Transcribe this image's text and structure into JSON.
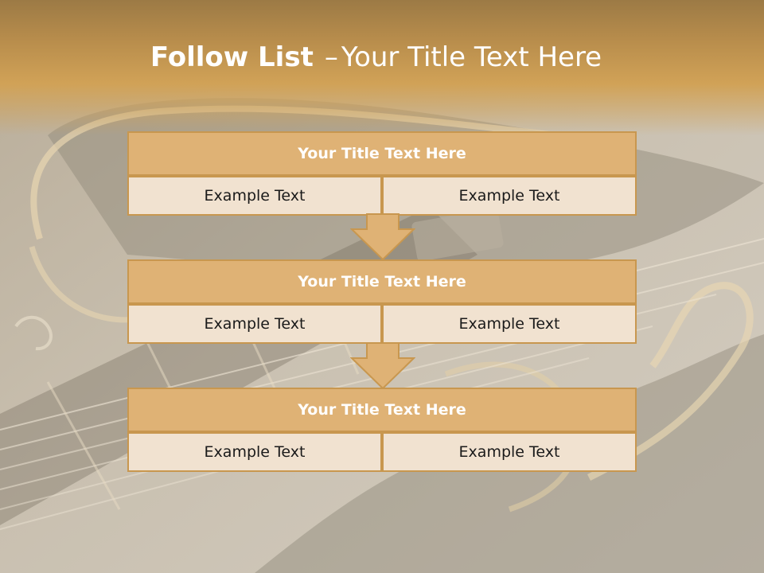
{
  "title": {
    "bold": "Follow List",
    "separator": "–",
    "rest": "Your Title Text Here"
  },
  "blocks": [
    {
      "title": "Your Title Text Here",
      "left": "Example Text",
      "right": "Example Text"
    },
    {
      "title": "Your Title Text Here",
      "left": "Example Text",
      "right": "Example Text"
    },
    {
      "title": "Your Title Text Here",
      "left": "Example Text",
      "right": "Example Text"
    }
  ],
  "colors": {
    "header_band": "#d1a257",
    "block_title_fill": "#dfb275",
    "block_cell_fill": "#f1e2d0",
    "block_border": "#c8974f",
    "arrow_fill": "#dfb275"
  },
  "background_image": "guitar-photo"
}
